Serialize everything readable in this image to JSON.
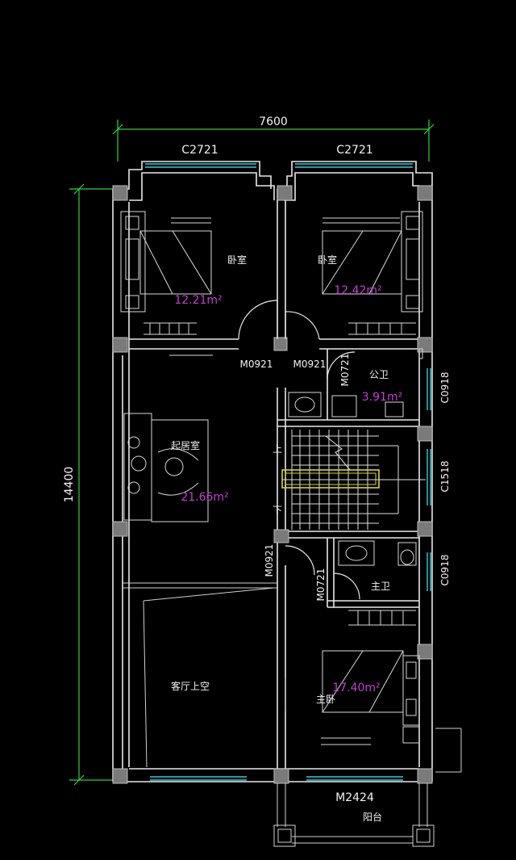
{
  "colors": {
    "background": "#000000",
    "wall": "#e8e8e8",
    "dimension": "#2fd43a",
    "window": "#38c9d6",
    "area_text": "#c23fd0",
    "label_text": "#f2f2f2"
  },
  "dimensions": {
    "width": "7600",
    "height": "14400"
  },
  "openings": {
    "window_top_left": "C2721",
    "window_top_right": "C2721",
    "door_left_bed": "M0921",
    "door_right_bed": "M0921",
    "door_public_bath": "M0721",
    "window_public_bath": "C0918",
    "window_stair": "C1518",
    "door_family_room": "M0921",
    "door_master_bath": "M0721",
    "window_master_bath": "C0918",
    "door_balcony": "M2424"
  },
  "rooms": {
    "bedroom_left": {
      "label": "卧室",
      "area": "12.21m²"
    },
    "bedroom_right": {
      "label": "卧室",
      "area": "12.42m²"
    },
    "public_bath": {
      "label": "公卫",
      "area": "3.91m²"
    },
    "family_room": {
      "label": "起居室",
      "area": "21.66m²"
    },
    "master_bath": {
      "label": "主卫"
    },
    "master_bedroom": {
      "label": "主卧",
      "area": "17.40m²"
    },
    "living_void": {
      "label": "客厅上空"
    },
    "balcony": {
      "label": "阳台"
    }
  },
  "stair": {
    "up": "上",
    "down": "下"
  }
}
